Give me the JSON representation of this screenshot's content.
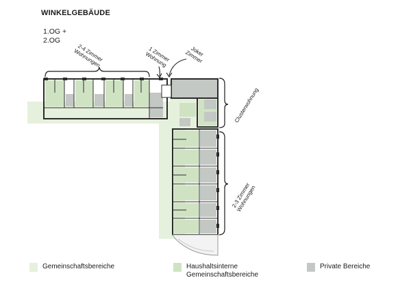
{
  "title": "WINKELGEBÄUDE",
  "floors": [
    "1.OG +",
    "2.OG"
  ],
  "annotations": {
    "two_four_room": [
      "2-4 Zimmer",
      "Wohnungen"
    ],
    "one_room": [
      "1 Zimmer",
      "Wohnung"
    ],
    "joker": [
      "Joker",
      "Zimmer"
    ],
    "cluster": "Clusterwohnung",
    "two_three_room": [
      "2-3 Zimmer",
      "Wohnungen"
    ]
  },
  "legend": [
    {
      "label": "Gemeinschaftsbereiche",
      "color": "#e6f1dd"
    },
    {
      "label": "Haushaltsinterne Gemeinschaftsbereiche",
      "label_lines": [
        "Haushaltsinterne",
        "Gemeinschaftsbereiche"
      ],
      "color": "#cfe3c3"
    },
    {
      "label": "Private Bereiche",
      "color": "#c4c8c4"
    }
  ],
  "colors": {
    "community": "#e6f1dd",
    "household": "#cfe3c3",
    "private": "#c4c8c4",
    "wall": "#2b2b2b"
  }
}
